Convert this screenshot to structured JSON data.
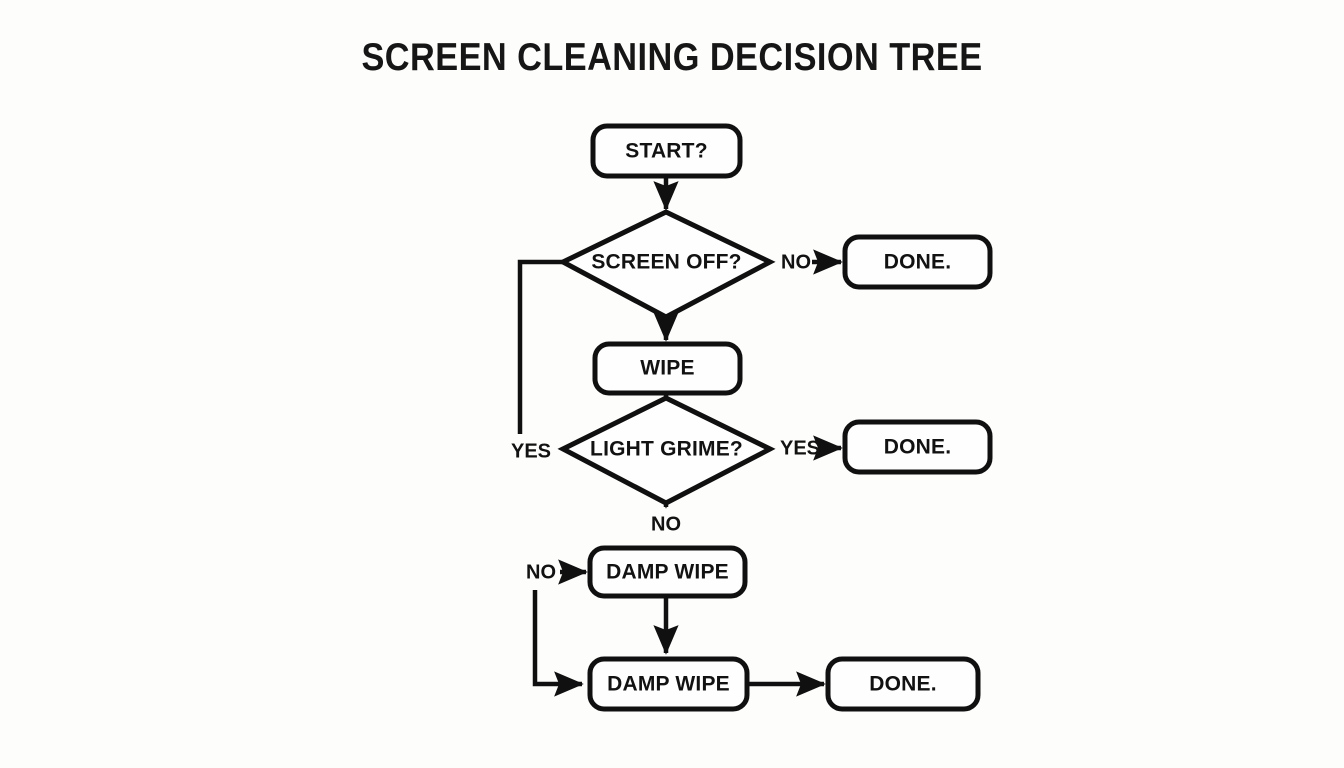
{
  "diagram": {
    "title": "SCREEN CLEANING DECISION TREE",
    "type": "flowchart",
    "background_color": "#fdfdfc",
    "line_color": "#101010",
    "node_fill": "#fefefe",
    "nodes": {
      "start": {
        "label": "START?",
        "shape": "rounded-rect"
      },
      "screen_off": {
        "label": "SCREEN OFF?",
        "shape": "diamond"
      },
      "done_1": {
        "label": "DONE.",
        "shape": "rounded-rect"
      },
      "wipe": {
        "label": "WIPE",
        "shape": "rounded-rect"
      },
      "light_grime": {
        "label": "LIGHT GRIME?",
        "shape": "diamond"
      },
      "done_2": {
        "label": "DONE.",
        "shape": "rounded-rect"
      },
      "damp_wipe_1": {
        "label": "DAMP WIPE",
        "shape": "rounded-rect"
      },
      "damp_wipe_2": {
        "label": "DAMP WIPE",
        "shape": "rounded-rect"
      },
      "done_3": {
        "label": "DONE.",
        "shape": "rounded-rect"
      }
    },
    "edge_labels": {
      "screen_off_no": "NO",
      "screen_off_yes": "YES",
      "light_grime_yes": "YES",
      "light_grime_no": "NO",
      "damp_wipe_no": "NO"
    }
  }
}
